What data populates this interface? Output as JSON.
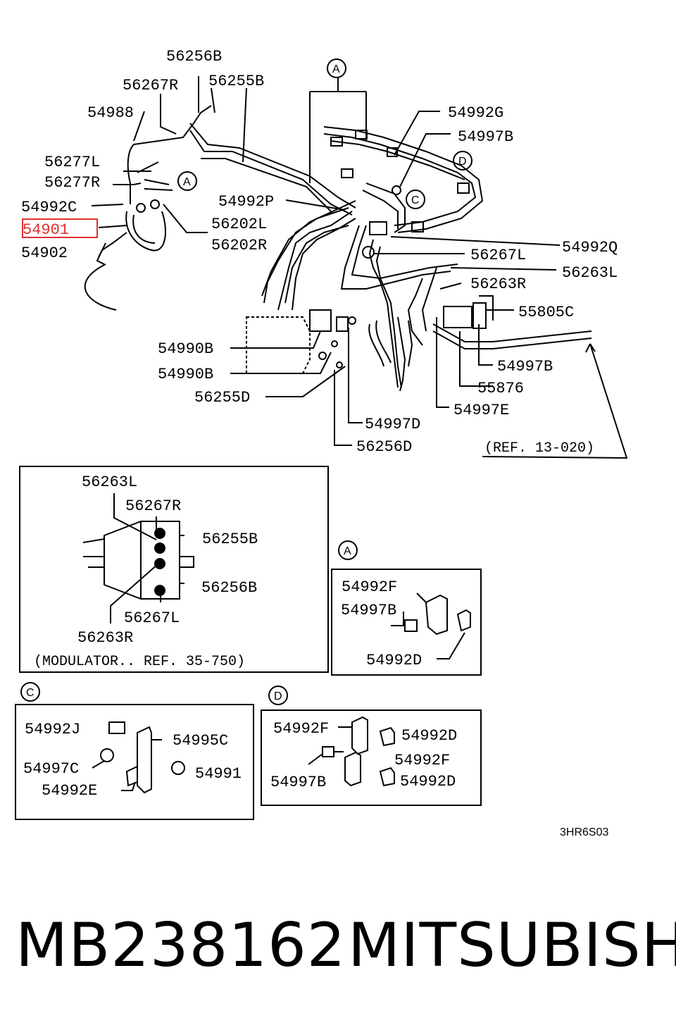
{
  "main": {
    "labels": {
      "l56256B": "56256B",
      "l56267R": "56267R",
      "l56255B": "56255B",
      "l54988": "54988",
      "l56277L": "56277L",
      "l56277R": "56277R",
      "l54992C": "54992C",
      "l54901": "54901",
      "l54902": "54902",
      "l56202L": "56202L",
      "l56202R": "56202R",
      "l54992G": "54992G",
      "l54997B": "54997B",
      "l54992P": "54992P",
      "l54992Q": "54992Q",
      "l56267L": "56267L",
      "l56263L": "56263L",
      "l56263R": "56263R",
      "l55805C": "55805C",
      "l54990B1": "54990B",
      "l54990B2": "54990B",
      "l56255D": "56255D",
      "l54997B2": "54997B",
      "l55876": "55876",
      "l54997E": "54997E",
      "l54997D": "54997D",
      "l56256D": "56256D",
      "ref": "(REF. 13-020)"
    },
    "callouts": {
      "a": "A",
      "c": "C",
      "d": "D"
    }
  },
  "modulator": {
    "l56263L": "56263L",
    "l56267R": "56267R",
    "l56255B": "56255B",
    "l56256B": "56256B",
    "l56267L": "56267L",
    "l56263R": "56263R",
    "caption": "(MODULATOR.. REF. 35-750)"
  },
  "detail_a": {
    "callout": "A",
    "l54992F": "54992F",
    "l54997B": "54997B",
    "l54992D": "54992D"
  },
  "detail_c": {
    "callout": "C",
    "l54992J": "54992J",
    "l54995C": "54995C",
    "l54997C": "54997C",
    "l54991": "54991",
    "l54992E": "54992E"
  },
  "detail_d": {
    "callout": "D",
    "l54992F1": "54992F",
    "l54992D1": "54992D",
    "l54992F2": "54992F",
    "l54997B": "54997B",
    "l54992D2": "54992D"
  },
  "code": "3HR6S03",
  "footer": {
    "part_number": "MB238162",
    "brand": "MITSUBISHI"
  },
  "colors": {
    "highlight": "#e03030",
    "ink": "#000000"
  }
}
